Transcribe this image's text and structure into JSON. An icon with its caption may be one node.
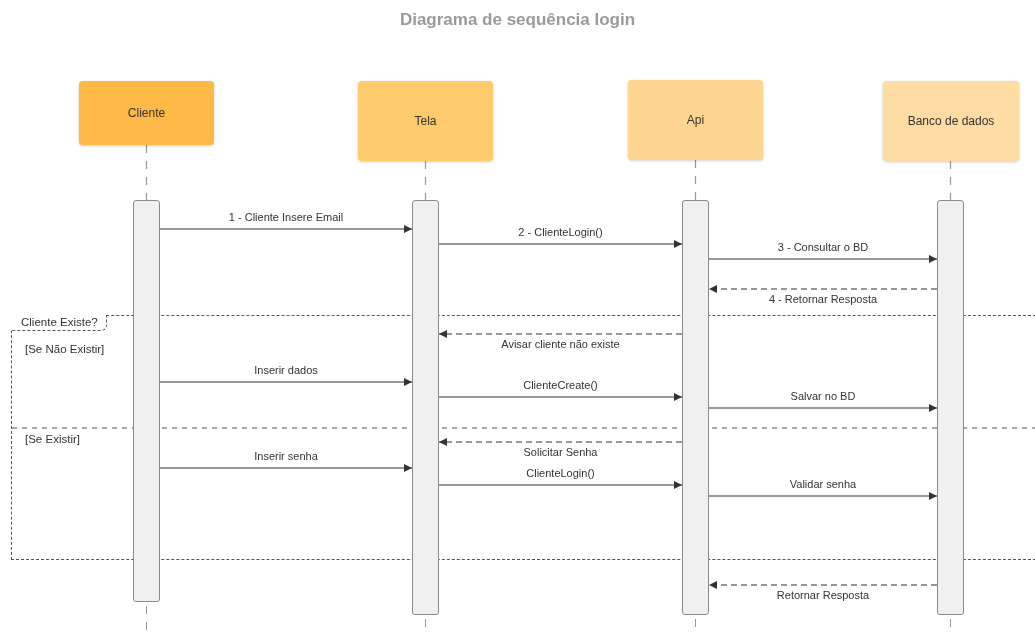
{
  "diagram": {
    "title": "Diagrama de sequência login",
    "nodes": [
      {
        "text": [
          "Cliente"
        ]
      },
      {
        "text": [
          "Tela"
        ]
      },
      {
        "text": [
          "Api"
        ]
      },
      {
        "text": [
          "Banco de dados"
        ]
      },
      {
        "text": [],
        "shape": "bar"
      },
      {
        "text": [],
        "shape": "bar"
      },
      {
        "text": [],
        "shape": "bar"
      },
      {
        "text": [],
        "shape": "bar"
      }
    ],
    "labels": [
      "Cliente Existe?",
      "[Se Não Existir]",
      "[Se Existir]"
    ],
    "edges": [
      {
        "from": 0,
        "to": 4,
        "arrow": "none",
        "style": "dashed",
        "color": "#999999"
      },
      {
        "from": 1,
        "to": 5,
        "arrow": "none",
        "style": "dashed",
        "color": "#999999"
      },
      {
        "from": 2,
        "to": 6,
        "arrow": "none",
        "style": "dashed",
        "color": "#999999"
      },
      {
        "from": 3,
        "to": 7,
        "arrow": "none",
        "style": "dashed",
        "color": "#999999"
      },
      {
        "from": 4,
        "to": 5,
        "arrow": "to",
        "label": "1 - Cliente Insere Email"
      },
      {
        "from": 5,
        "to": 6,
        "arrow": "to",
        "label": "2 - ClienteLogin()"
      },
      {
        "from": 6,
        "to": 7,
        "arrow": "to",
        "label": "3 - Consultar o BD"
      },
      {
        "from": 7,
        "to": 6,
        "arrow": "to",
        "label": "4 - Retornar Resposta",
        "style": "dashed"
      },
      {
        "from": 6,
        "to": 5,
        "arrow": "to",
        "label": "Avisar cliente não existe",
        "style": "dashed"
      },
      {
        "from": 4,
        "to": 5,
        "arrow": "to",
        "label": "Inserir dados"
      },
      {
        "from": 5,
        "to": 6,
        "arrow": "to",
        "label": "ClienteCreate()"
      },
      {
        "from": 6,
        "to": 7,
        "arrow": "to",
        "label": "Salvar no BD"
      },
      {
        "from": 6,
        "to": 5,
        "arrow": "to",
        "label": "Solicitar Senha",
        "style": "dashed"
      },
      {
        "from": 4,
        "to": 5,
        "arrow": "to",
        "label": "Inserir senha"
      },
      {
        "from": 5,
        "to": 6,
        "arrow": "to",
        "label": "ClienteLogin()"
      },
      {
        "from": 6,
        "to": 7,
        "arrow": "to",
        "label": "Validar senha"
      },
      {
        "from": 7,
        "to": 6,
        "arrow": "to",
        "label": "Retornar Resposta",
        "style": "dashed"
      }
    ]
  }
}
